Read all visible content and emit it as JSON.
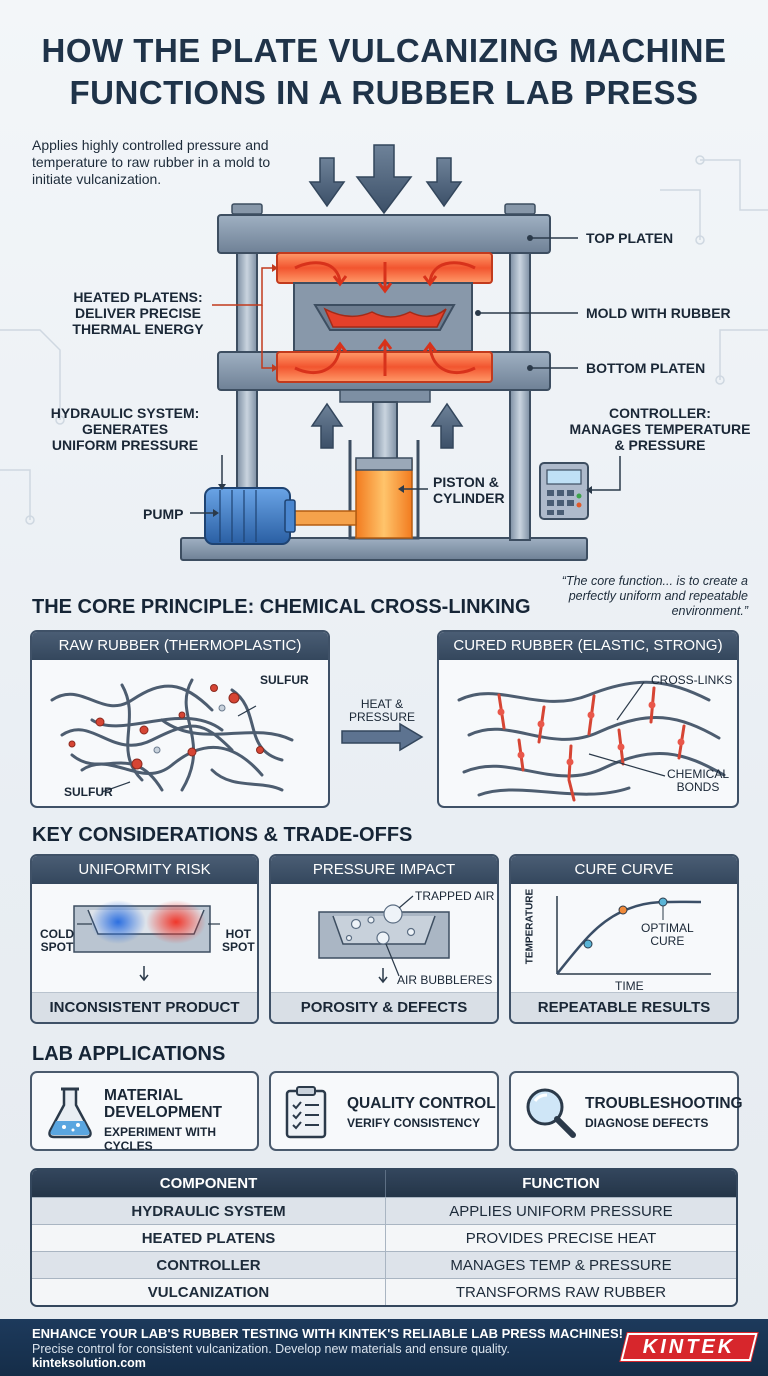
{
  "title": {
    "line1": "HOW THE PLATE VULCANIZING MACHINE",
    "line2": "FUNCTIONS IN A RUBBER LAB PRESS"
  },
  "intro": "Applies highly controlled pressure and temperature to raw rubber in a mold to initiate vulcanization.",
  "machine_labels": {
    "top_platen": "TOP PLATEN",
    "heated_platens_1": "HEATED PLATENS:",
    "heated_platens_2": "DELIVER PRECISE",
    "heated_platens_3": "THERMAL ENERGY",
    "mold": "MOLD WITH RUBBER",
    "bottom_platen": "BOTTOM PLATEN",
    "hydraulic_1": "HYDRAULIC SYSTEM:",
    "hydraulic_2": "GENERATES",
    "hydraulic_3": "UNIFORM PRESSURE",
    "controller_1": "CONTROLLER:",
    "controller_2": "MANAGES TEMPERATURE",
    "controller_3": "& PRESSURE",
    "pump": "PUMP",
    "piston_1": "PISTON &",
    "piston_2": "CYLINDER"
  },
  "quote": "“The core function... is to create a perfectly uniform and repeatable environment.”",
  "core": {
    "heading": "THE CORE PRINCIPLE: CHEMICAL CROSS-LINKING",
    "raw_title": "RAW RUBBER (THERMOPLASTIC)",
    "sulfur_1": "SULFUR",
    "sulfur_2": "SULFUR",
    "arrow_1": "HEAT &",
    "arrow_2": "PRESSURE",
    "cured_title": "CURED RUBBER (ELASTIC, STRONG)",
    "cross_links": "CROSS-LINKS",
    "chem_1": "CHEMICAL",
    "chem_2": "BONDS"
  },
  "considerations": {
    "heading": "KEY CONSIDERATIONS & TRADE-OFFS",
    "panels": [
      {
        "title": "UNIFORMITY RISK",
        "footer": "INCONSISTENT PRODUCT",
        "label_a1": "COLD",
        "label_a2": "SPOT",
        "label_b1": "HOT",
        "label_b2": "SPOT"
      },
      {
        "title": "PRESSURE IMPACT",
        "footer": "POROSITY & DEFECTS",
        "label_a": "TRAPPED AIR",
        "label_b": "AIR BUBBLERES"
      },
      {
        "title": "CURE CURVE",
        "footer": "REPEATABLE RESULTS",
        "ylabel": "TEMPERATURE",
        "xlabel": "TIME",
        "label_a1": "OPTIMAL",
        "label_a2": "CURE"
      }
    ]
  },
  "applications": {
    "heading": "LAB APPLICATIONS",
    "items": [
      {
        "title1": "MATERIAL",
        "title2": "DEVELOPMENT",
        "sub": "EXPERIMENT WITH CYCLES",
        "icon": "flask-icon"
      },
      {
        "title1": "QUALITY CONTROL",
        "title2": "",
        "sub": "VERIFY CONSISTENCY",
        "icon": "clipboard-checklist-icon"
      },
      {
        "title1": "TROUBLESHOOTING",
        "title2": "",
        "sub": "DIAGNOSE DEFECTS",
        "icon": "magnifier-icon"
      }
    ]
  },
  "table": {
    "headers": [
      "COMPONENT",
      "FUNCTION"
    ],
    "rows": [
      [
        "HYDRAULIC SYSTEM",
        "APPLIES UNIFORM PRESSURE"
      ],
      [
        "HEATED PLATENS",
        "PROVIDES PRECISE HEAT"
      ],
      [
        "CONTROLLER",
        "MANAGES TEMP & PRESSURE"
      ],
      [
        "VULCANIZATION",
        "TRANSFORMS RAW RUBBER"
      ]
    ]
  },
  "footer": {
    "line1": "ENHANCE YOUR LAB'S RUBBER TESTING WITH KINTEK'S RELIABLE LAB PRESS MACHINES!",
    "line2": "Precise control for consistent vulcanization. Develop new materials and ensure quality.",
    "line3": "kinteksolution.com",
    "logo": "KINTEK"
  },
  "colors": {
    "navy": "#1f3349",
    "heat": "#e8452a",
    "hydraulic_blue": "#3a78c2",
    "piston_orange": "#f5922b",
    "logo_red": "#d7262c"
  }
}
